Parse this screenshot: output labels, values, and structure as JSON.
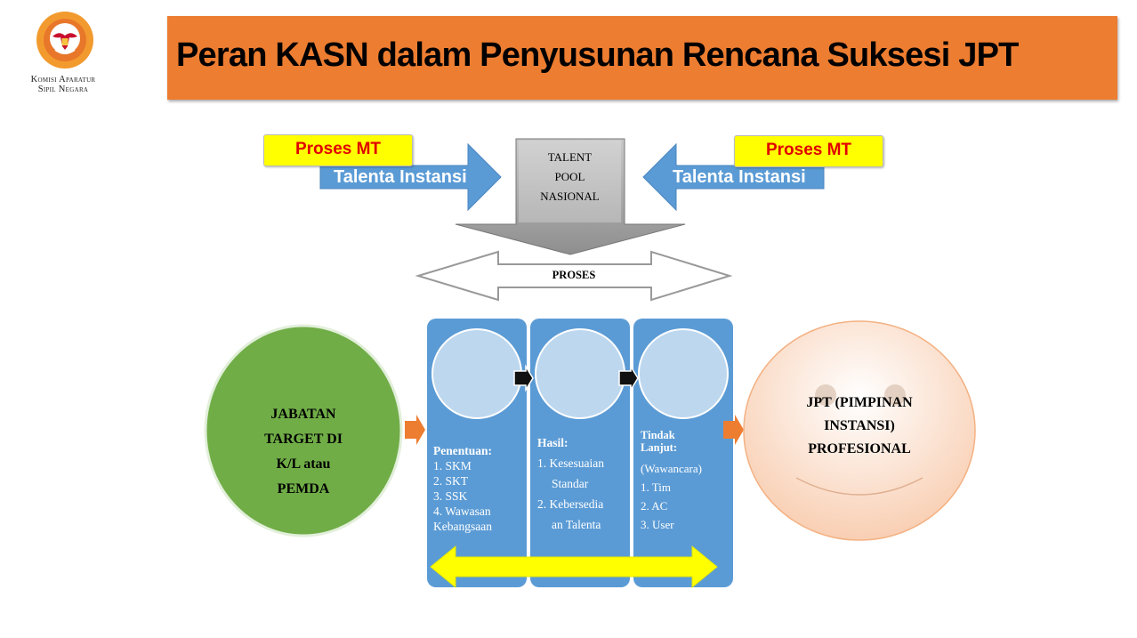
{
  "logo": {
    "org_line1": "Komisi Aparatur",
    "org_line2": "Sipil Negara",
    "emblem": "garuda-emblem-icon"
  },
  "title": "Peran KASN dalam Penyusunan Rencana Suksesi JPT",
  "left_input": {
    "badge": "Proses MT",
    "arrow_label": "Talenta Instansi"
  },
  "right_input": {
    "badge": "Proses MT",
    "arrow_label": "Talenta Instansi"
  },
  "talent_pool": {
    "line1": "TALENT",
    "line2": "POOL",
    "line3": "NASIONAL"
  },
  "process_label": "PROSES",
  "target": {
    "line1": "JABATAN",
    "line2": "TARGET DI",
    "line3": "K/L atau",
    "line4": "PEMDA"
  },
  "stages": [
    {
      "heading": "Penentuan:",
      "items": [
        "1. SKM",
        "2. SKT",
        "3. SSK",
        "4. Wawasan",
        "Kebangsaan"
      ]
    },
    {
      "heading": "Hasil:",
      "items": [
        "1. Kesesuaian",
        "Standar",
        "2. Kebersedia",
        "an Talenta"
      ]
    },
    {
      "heading": "Tindak",
      "heading2": "Lanjut:",
      "items": [
        "(Wawancara)",
        "1. Tim",
        "2. AC",
        "3. User"
      ]
    }
  ],
  "outcome": {
    "line1": "JPT (PIMPINAN",
    "line2": "INSTANSI)",
    "line3": "PROFESIONAL"
  },
  "colors": {
    "title_bar": "#ED7D31",
    "stage_blue": "#5B9BD5",
    "target_green": "#70AD47",
    "arrow_blue": "#5B9BD5",
    "badge_yellow": "#FFFF00",
    "badge_text": "#E00000",
    "connector_orange": "#ED7D31"
  }
}
